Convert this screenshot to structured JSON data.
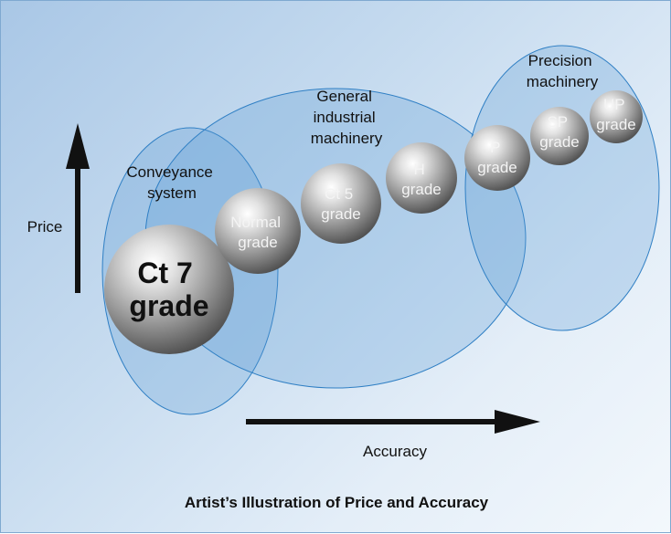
{
  "caption": "Artist’s Illustration of Price and Accuracy",
  "axes": {
    "y_label": "Price",
    "x_label": "Accuracy"
  },
  "groups": [
    {
      "lines": [
        "Conveyance",
        "system"
      ]
    },
    {
      "lines": [
        "General",
        "industrial",
        "machinery"
      ]
    },
    {
      "lines": [
        "Precision",
        "machinery"
      ]
    }
  ],
  "grades": [
    {
      "lines": [
        "Ct 7",
        "grade"
      ]
    },
    {
      "lines": [
        "Normal",
        "grade"
      ]
    },
    {
      "lines": [
        "Ct 5",
        "grade"
      ]
    },
    {
      "lines": [
        "H",
        "grade"
      ]
    },
    {
      "lines": [
        "P",
        "grade"
      ]
    },
    {
      "lines": [
        "SP",
        "grade"
      ]
    },
    {
      "lines": [
        "UP",
        "grade"
      ]
    }
  ],
  "colors": {
    "ellipse_fill": "#5b9bd5",
    "ellipse_stroke": "#2f7fc4",
    "arrow": "#111111"
  }
}
